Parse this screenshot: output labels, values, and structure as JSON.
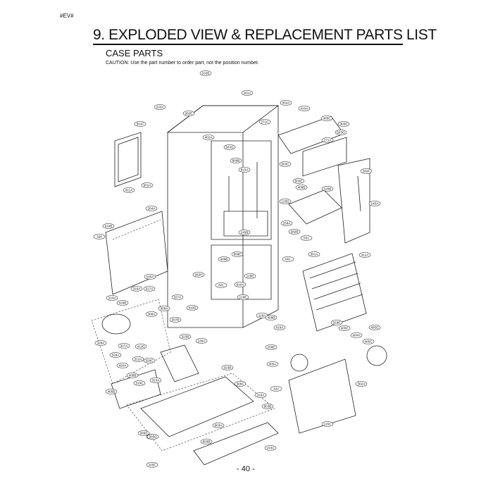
{
  "header": {
    "tag": "#EV#",
    "title": "9. EXPLODED VIEW & REPLACEMENT PARTS LIST",
    "section": "CASE PARTS",
    "caution": "CAUTION: Use the part number to order part, not the position number."
  },
  "footer": {
    "page": "- 40 -"
  },
  "callouts": [
    "102B",
    "281A",
    "103A",
    "402A",
    "282E",
    "410A",
    "501F",
    "271C",
    "409C",
    "303F",
    "503G",
    "402A",
    "271A",
    "503G",
    "809B",
    "810A",
    "503C",
    "282F",
    "502E",
    "411A",
    "501A",
    "409B",
    "120B",
    "145A",
    "204A",
    "125D",
    "619B",
    "145B",
    "158A",
    "282B",
    "328",
    "501",
    "301A",
    "801",
    "809E",
    "411A",
    "105A",
    "409B",
    "282H",
    "129E",
    "316A",
    "317A",
    "801",
    "610A",
    "327A",
    "126E",
    "314A",
    "418B",
    "410D",
    "308A",
    "307B",
    "118A",
    "409B",
    "418A",
    "319E",
    "405F",
    "405G",
    "308A",
    "404A",
    "328A",
    "323B",
    "136A",
    "158E",
    "405C",
    "207A",
    "412D",
    "329A",
    "312A",
    "329C",
    "405A",
    "420A",
    "405B",
    "323B",
    "319A",
    "322",
    "302A",
    "405B",
    "319C",
    "305C",
    "316A",
    "803B",
    "305E",
    "125C",
    "903A",
    "305D",
    "305D",
    "803B",
    "103C",
    "105F"
  ]
}
